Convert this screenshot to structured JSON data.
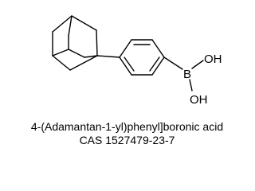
{
  "molecule": {
    "name": "4-(Adamantan-1-yl)phenyl]boronic acid",
    "cas": "CAS 1527479-23-7",
    "atoms": {
      "boron": "B",
      "hydroxyl_top": "OH",
      "hydroxyl_bottom": "OH"
    },
    "fragments": [
      "adamantane",
      "benzene ring",
      "boronic acid"
    ],
    "line_color": "#000000",
    "background": "#ffffff"
  }
}
